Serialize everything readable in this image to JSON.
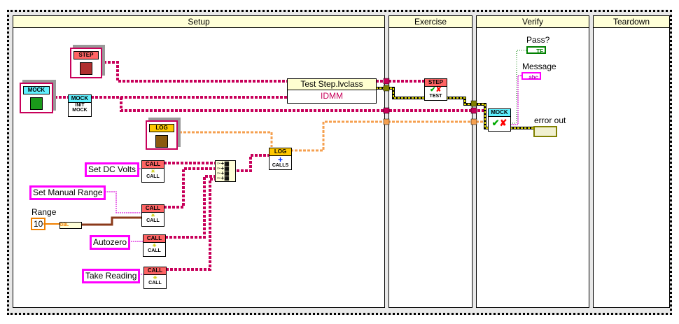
{
  "frames": {
    "setup": "Setup",
    "exercise": "Exercise",
    "verify": "Verify",
    "teardown": "Teardown"
  },
  "constants": {
    "step": "STEP",
    "mock": "MOCK",
    "log": "LOG"
  },
  "init_mock": {
    "header": "MOCK",
    "line1": "INIT",
    "line2": "MOCK"
  },
  "class_node": {
    "title": "Test Step.lvclass",
    "property": "IDMM"
  },
  "test_node": {
    "header": "STEP",
    "label": "TEST"
  },
  "verify_node": {
    "header": "MOCK"
  },
  "log_calls": {
    "header": "LOG",
    "label": "CALLS"
  },
  "calls": [
    {
      "header": "CALL",
      "label": "CALL",
      "name": "Set DC Volts"
    },
    {
      "header": "CALL",
      "label": "CALL",
      "name": "Set Manual Range"
    },
    {
      "header": "CALL",
      "label": "CALL",
      "name": "Autozero"
    },
    {
      "header": "CALL",
      "label": "CALL",
      "name": "Take Reading"
    }
  ],
  "range": {
    "label": "Range",
    "value": "10",
    "convert": "DBL"
  },
  "indicators": {
    "pass": "Pass?",
    "pass_type": "TF",
    "message": "Message",
    "message_type": "abc",
    "error": "error out"
  }
}
